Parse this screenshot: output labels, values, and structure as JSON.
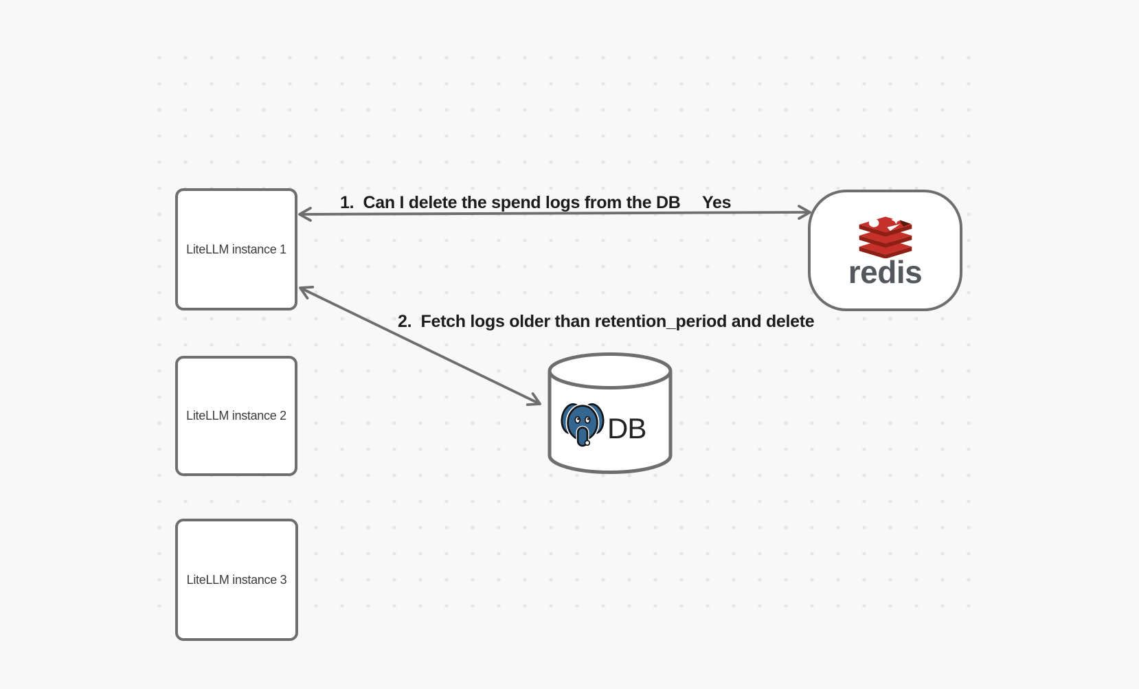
{
  "diagram": {
    "nodes": {
      "instance1": "LiteLLM instance 1",
      "instance2": "LiteLLM instance 2",
      "instance3": "LiteLLM instance 3",
      "redis": "redis",
      "db": "DB"
    },
    "edges": {
      "edge1": {
        "label": "1.  Can I delete the spend logs from the DB",
        "response": "Yes"
      },
      "edge2": {
        "label": "2.  Fetch logs older than retention_period and delete"
      }
    },
    "icons": {
      "redis_logo": "redis-stacked-discs-icon",
      "postgres_logo": "postgresql-elephant-icon",
      "db_shape": "database-cylinder-icon"
    },
    "colors": {
      "background": "#f8f8f8",
      "grid_dot": "#e6e6e6",
      "stroke": "#6e6e6e",
      "node_fill": "#ffffff",
      "node_text": "#3b3b3b",
      "edge_label_text": "#1c1c1e",
      "redis_red": "#c6302b",
      "redis_red_dark": "#8e1f15",
      "redis_notch": "#5a150d",
      "redis_wordmark": "#54585d",
      "postgres_blue": "#336791",
      "db_text": "#222222"
    }
  }
}
